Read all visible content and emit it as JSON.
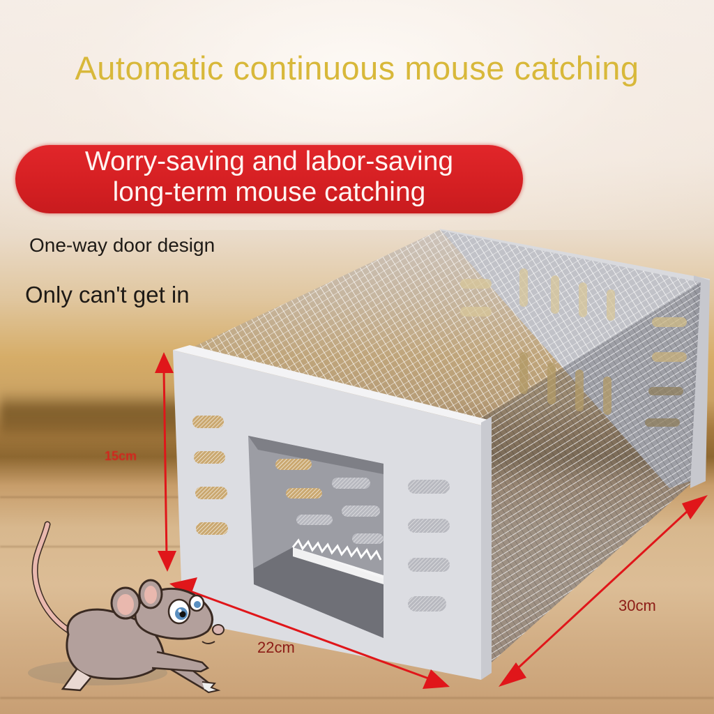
{
  "title": "Automatic continuous mouse catching",
  "banner": {
    "line1": "Worry-saving and labor-saving",
    "line2": "long-term mouse catching",
    "color": "#d8201f"
  },
  "features": [
    "One-way door design",
    "Only can't get in"
  ],
  "dimensions": {
    "height": "15cm",
    "width": "22cm",
    "length": "30cm",
    "arrow_color": "#e0161a"
  },
  "colors": {
    "title": "#d8b83a",
    "banner_text": "#ffffff",
    "feature_text": "#1e1a16",
    "trap_body": "#dcdde2"
  },
  "illustrations": {
    "product": "mesh-mouse-trap-cage",
    "character": "cartoon-mouse"
  }
}
